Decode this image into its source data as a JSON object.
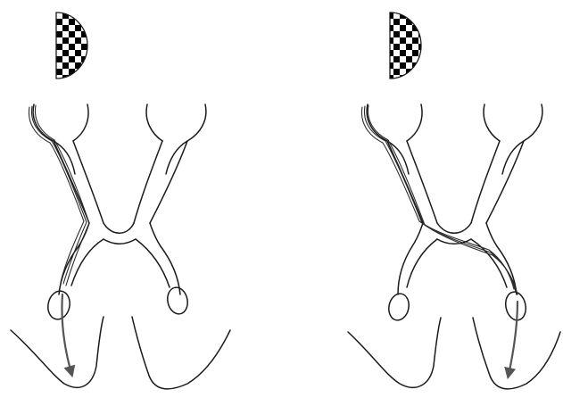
{
  "colors": {
    "background": "#ffffff",
    "ink": "#1a1a1a",
    "arrow": "#555555",
    "checker_dark": "#000000",
    "checker_light": "#ffffff"
  },
  "panels": [
    {
      "name": "left-panel",
      "stimulus_icon": "checkerboard-half-disc-icon",
      "arrow_direction": "down-left",
      "highlighted_branch": "left"
    },
    {
      "name": "right-panel",
      "stimulus_icon": "checkerboard-half-disc-icon",
      "arrow_direction": "down-right",
      "highlighted_branch": "right"
    }
  ]
}
